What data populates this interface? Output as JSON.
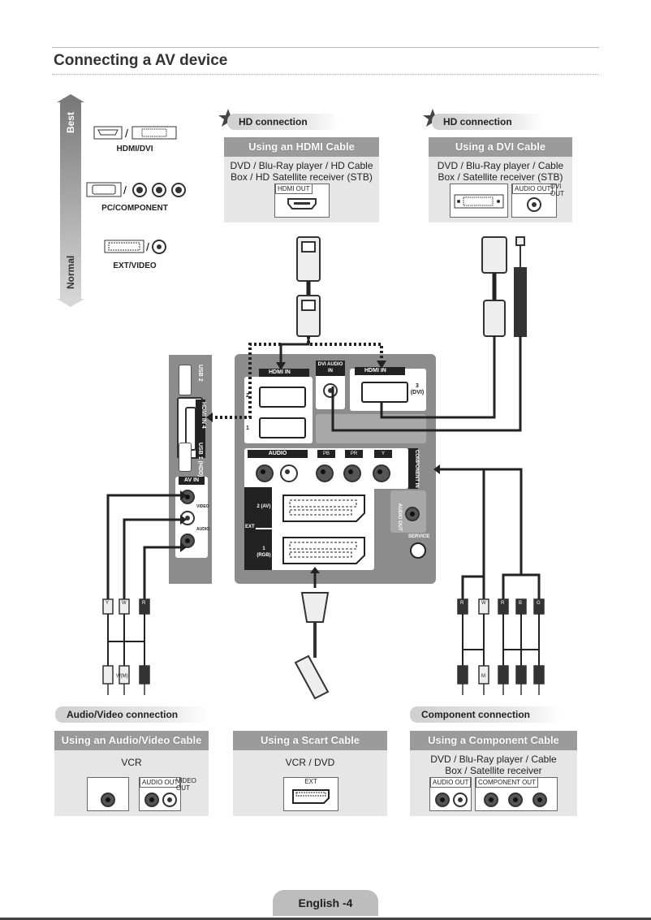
{
  "page_title": "Connecting a AV device",
  "quality": {
    "best": "Best",
    "normal": "Normal"
  },
  "port_types": [
    {
      "label": "HDMI/DVI",
      "icon": "hdmi-dvi-icon"
    },
    {
      "label": "PC/COMPONENT",
      "icon": "pc-component-icon"
    },
    {
      "label": "EXT/VIDEO",
      "icon": "scart-video-icon"
    }
  ],
  "hdmi_card": {
    "tag": "HD connection",
    "title": "Using an HDMI Cable",
    "devices": "DVD / Blu-Ray player / HD Cable Box / HD Satellite receiver (STB)",
    "port": "HDMI OUT"
  },
  "dvi_card": {
    "tag": "HD connection",
    "title": "Using a DVI Cable",
    "devices": "DVD / Blu-Ray player / Cable Box / Satellite receiver (STB)",
    "port_audio": "AUDIO OUT",
    "port_dvi": "DVI OUT"
  },
  "tv_panel": {
    "hdmi_in": "HDMI IN",
    "dvi_audio_in": "DVI AUDIO IN",
    "hdmi_in_3": "3 (DVI)",
    "port_1": "1",
    "port_2": "2",
    "audio_label": "AUDIO",
    "pb": "PB",
    "pr": "PR",
    "y": "Y",
    "component_in": "COMPONENT IN",
    "ext": "EXT",
    "ext_2": "2 (AV)",
    "ext_1": "1 (RGB)",
    "audio_out": "AUDIO OUT",
    "service": "SERVICE"
  },
  "side_panel": {
    "usb2": "USB 2",
    "hdmi_in_4": "HDMI IN 4",
    "usb1": "USB 1 (HDD)",
    "av_in": "AV IN",
    "video": "VIDEO",
    "audio": "AUDIO"
  },
  "cable_labels": {
    "y": "Y",
    "w": "W",
    "r": "R",
    "b": "B",
    "g": "G",
    "w_mono": "W(M)",
    "m": "M"
  },
  "av_card": {
    "tag": "Audio/Video connection",
    "title": "Using an Audio/Video Cable",
    "devices": "VCR",
    "port_audio": "AUDIO OUT",
    "port_video": "VIDEO OUT"
  },
  "scart_card": {
    "title": "Using a Scart Cable",
    "devices": "VCR / DVD",
    "port": "EXT"
  },
  "component_card": {
    "tag": "Component connection",
    "title": "Using a Component Cable",
    "devices": "DVD / Blu-Ray player / Cable Box / Satellite receiver",
    "port_audio": "AUDIO OUT",
    "port_component": "COMPONENT OUT"
  },
  "footer": "English -4"
}
